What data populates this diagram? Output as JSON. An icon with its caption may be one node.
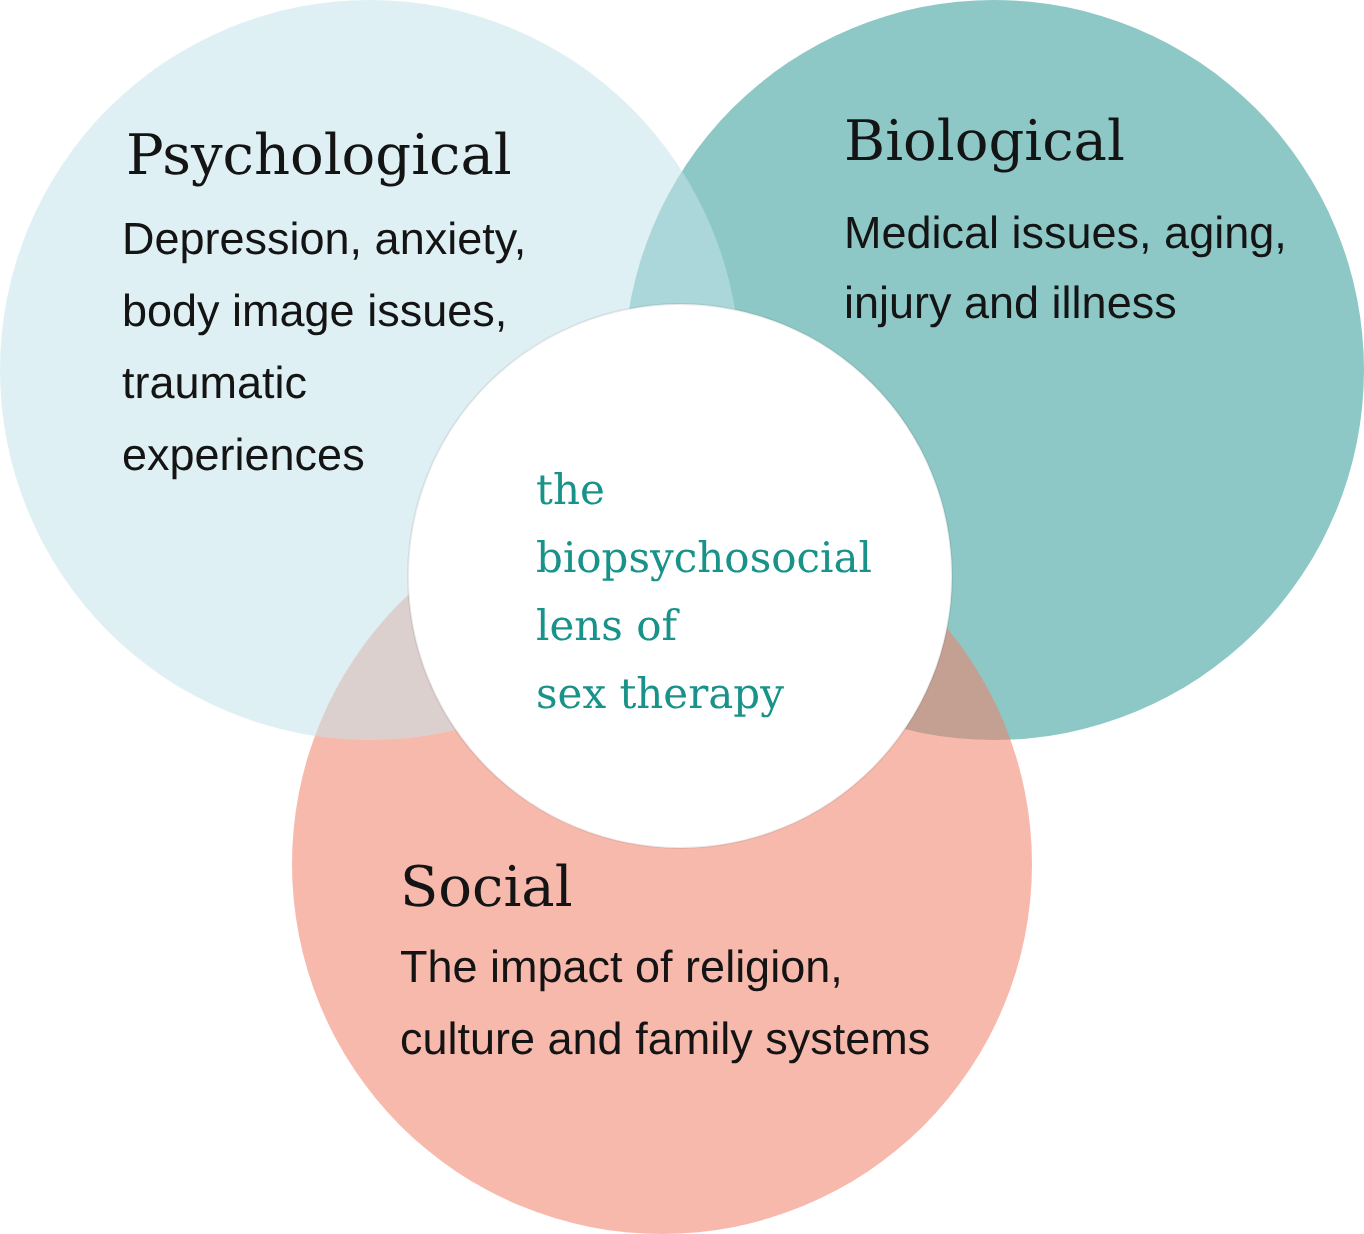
{
  "diagram": {
    "nodes": [
      {
        "text": [
          "Psychological",
          "Depression, anxiety, body image issues, traumatic experiences"
        ]
      },
      {
        "text": [
          "Biological",
          "Medical issues, aging, injury and illness"
        ]
      },
      {
        "text": [
          "the biopsychosocial lens of sex therapy"
        ]
      },
      {
        "text": [
          "Social",
          "The impact of religion, culture and family systems"
        ]
      }
    ]
  }
}
